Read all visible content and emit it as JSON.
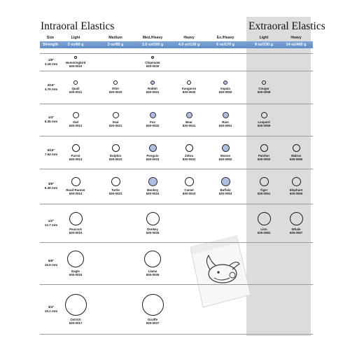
{
  "titles": {
    "intraoral": "Intraoral Elastics",
    "extraoral": "Extraoral Elastics"
  },
  "header": {
    "size": "Size",
    "columns": [
      "Light",
      "Medium",
      "Med./Heavy",
      "Heavy",
      "Ex./Heavy",
      "Light",
      "Heavy"
    ]
  },
  "strength": {
    "label": "Strength",
    "values": [
      "2 oz/60 g",
      "3 oz/85 g",
      "3.5 oz/100 g",
      "4.5 oz/130 g",
      "6 oz/170 g",
      "8 oz/230 g",
      "14 oz/400 g"
    ]
  },
  "rows": [
    {
      "size_in": "1/8\"",
      "size_mm": "3.18 mm",
      "cells": [
        {
          "col": 0,
          "name": "Hummingbird",
          "code": "630-0010"
        },
        {
          "col": 2,
          "name": "Chipmunk",
          "code": "630-0030",
          "fill": "blue"
        }
      ]
    },
    {
      "size_in": "3/16\"",
      "size_mm": "4.76 mm",
      "cells": [
        {
          "col": 0,
          "name": "Quail",
          "code": "630-0011"
        },
        {
          "col": 1,
          "name": "Otter",
          "code": "630-0020"
        },
        {
          "col": 2,
          "name": "Rabbit",
          "code": "630-0031",
          "fill": "blue"
        },
        {
          "col": 3,
          "name": "Kangaroo",
          "code": "630-0040"
        },
        {
          "col": 4,
          "name": "Impala",
          "code": "630-0050",
          "fill": "blue"
        },
        {
          "col": 5,
          "name": "Cougar",
          "code": "635-0058"
        }
      ]
    },
    {
      "size_in": "1/4\"",
      "size_mm": "6.35 mm",
      "cells": [
        {
          "col": 0,
          "name": "Owl",
          "code": "630-0012"
        },
        {
          "col": 1,
          "name": "Seal",
          "code": "630-0021"
        },
        {
          "col": 2,
          "name": "Fox",
          "code": "630-0032",
          "fill": "blue"
        },
        {
          "col": 3,
          "name": "Bear",
          "code": "630-0041",
          "fill": "blue"
        },
        {
          "col": 4,
          "name": "Ram",
          "code": "630-0051",
          "fill": "blue"
        },
        {
          "col": 5,
          "name": "Leopard",
          "code": "635-0059"
        }
      ]
    },
    {
      "size_in": "5/16\"",
      "size_mm": "7.94 mm",
      "cells": [
        {
          "col": 0,
          "name": "Parrot",
          "code": "630-0013"
        },
        {
          "col": 1,
          "name": "Dolphin",
          "code": "630-0022"
        },
        {
          "col": 2,
          "name": "Penguin",
          "code": "630-0033",
          "fill": "blue"
        },
        {
          "col": 3,
          "name": "Zebra",
          "code": "630-0042"
        },
        {
          "col": 4,
          "name": "Moose",
          "code": "630-0052",
          "fill": "blue"
        },
        {
          "col": 5,
          "name": "Panther",
          "code": "635-0060"
        },
        {
          "col": 6,
          "name": "Walrus",
          "code": "635-0065"
        }
      ]
    },
    {
      "size_in": "3/8\"",
      "size_mm": "9.35 mm",
      "cells": [
        {
          "col": 0,
          "name": "Road Runner",
          "code": "630-0014"
        },
        {
          "col": 1,
          "name": "Turtle",
          "code": "630-0023"
        },
        {
          "col": 2,
          "name": "Monkey",
          "code": "630-0034",
          "fill": "blue"
        },
        {
          "col": 3,
          "name": "Camel",
          "code": "630-0043"
        },
        {
          "col": 4,
          "name": "Buffalo",
          "code": "630-0053",
          "fill": "blue"
        },
        {
          "col": 5,
          "name": "Tiger",
          "code": "635-0061"
        },
        {
          "col": 6,
          "name": "Elephant",
          "code": "635-0066"
        }
      ]
    },
    {
      "size_in": "1/2\"",
      "size_mm": "12.7 mm",
      "cells": [
        {
          "col": 0,
          "name": "Peacock",
          "code": "630-0015"
        },
        {
          "col": 2,
          "name": "Donkey",
          "code": "630-0035"
        },
        {
          "col": 5,
          "name": "Lion",
          "code": "635-0062"
        },
        {
          "col": 6,
          "name": "Whale",
          "code": "635-0067"
        }
      ]
    },
    {
      "size_in": "5/8\"",
      "size_mm": "15.9 mm",
      "cells": [
        {
          "col": 0,
          "name": "Eagle",
          "code": "630-0016"
        },
        {
          "col": 2,
          "name": "Llama",
          "code": "630-0036"
        }
      ]
    },
    {
      "size_in": "3/4\"",
      "size_mm": "19.1 mm",
      "cells": [
        {
          "col": 0,
          "name": "Ostrich",
          "code": "630-0017"
        },
        {
          "col": 2,
          "name": "Giraffe",
          "code": "630-0037"
        }
      ]
    }
  ],
  "colors": {
    "strength_bar": "#6f98cf",
    "blue_fill": "#aebfe4",
    "extraoral_panel": "#dcdcdc"
  },
  "icons": {
    "package": "whale-package-icon"
  }
}
